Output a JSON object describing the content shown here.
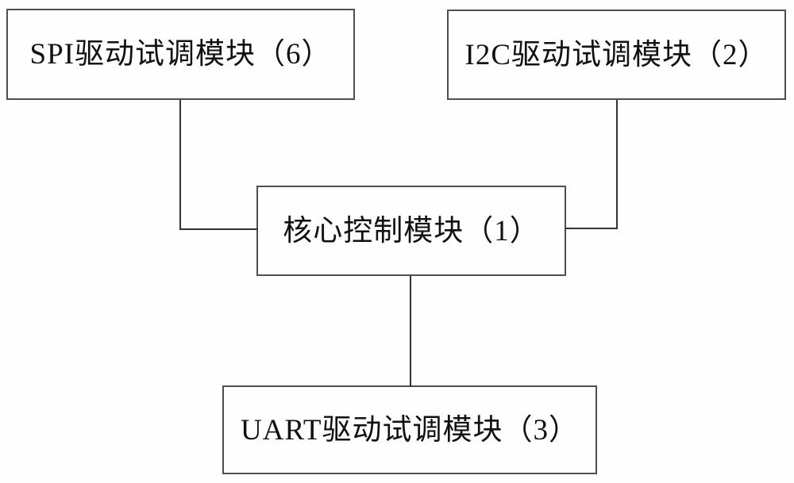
{
  "figure": {
    "type": "block-diagram",
    "background_color": "#fefefe",
    "box_border_color": "#4f4f4f",
    "connector_color": "#333333",
    "text_color": "#111111",
    "nodes": [
      {
        "id": "spi",
        "label": "SPI驱动试调模块（6）"
      },
      {
        "id": "i2c",
        "label": "I2C驱动试调模块（2）"
      },
      {
        "id": "core",
        "label": "核心控制模块（1）"
      },
      {
        "id": "uart",
        "label": "UART驱动试调模块（3）"
      }
    ],
    "connections": [
      {
        "from": "spi",
        "to": "core"
      },
      {
        "from": "i2c",
        "to": "core"
      },
      {
        "from": "core",
        "to": "uart"
      }
    ]
  }
}
